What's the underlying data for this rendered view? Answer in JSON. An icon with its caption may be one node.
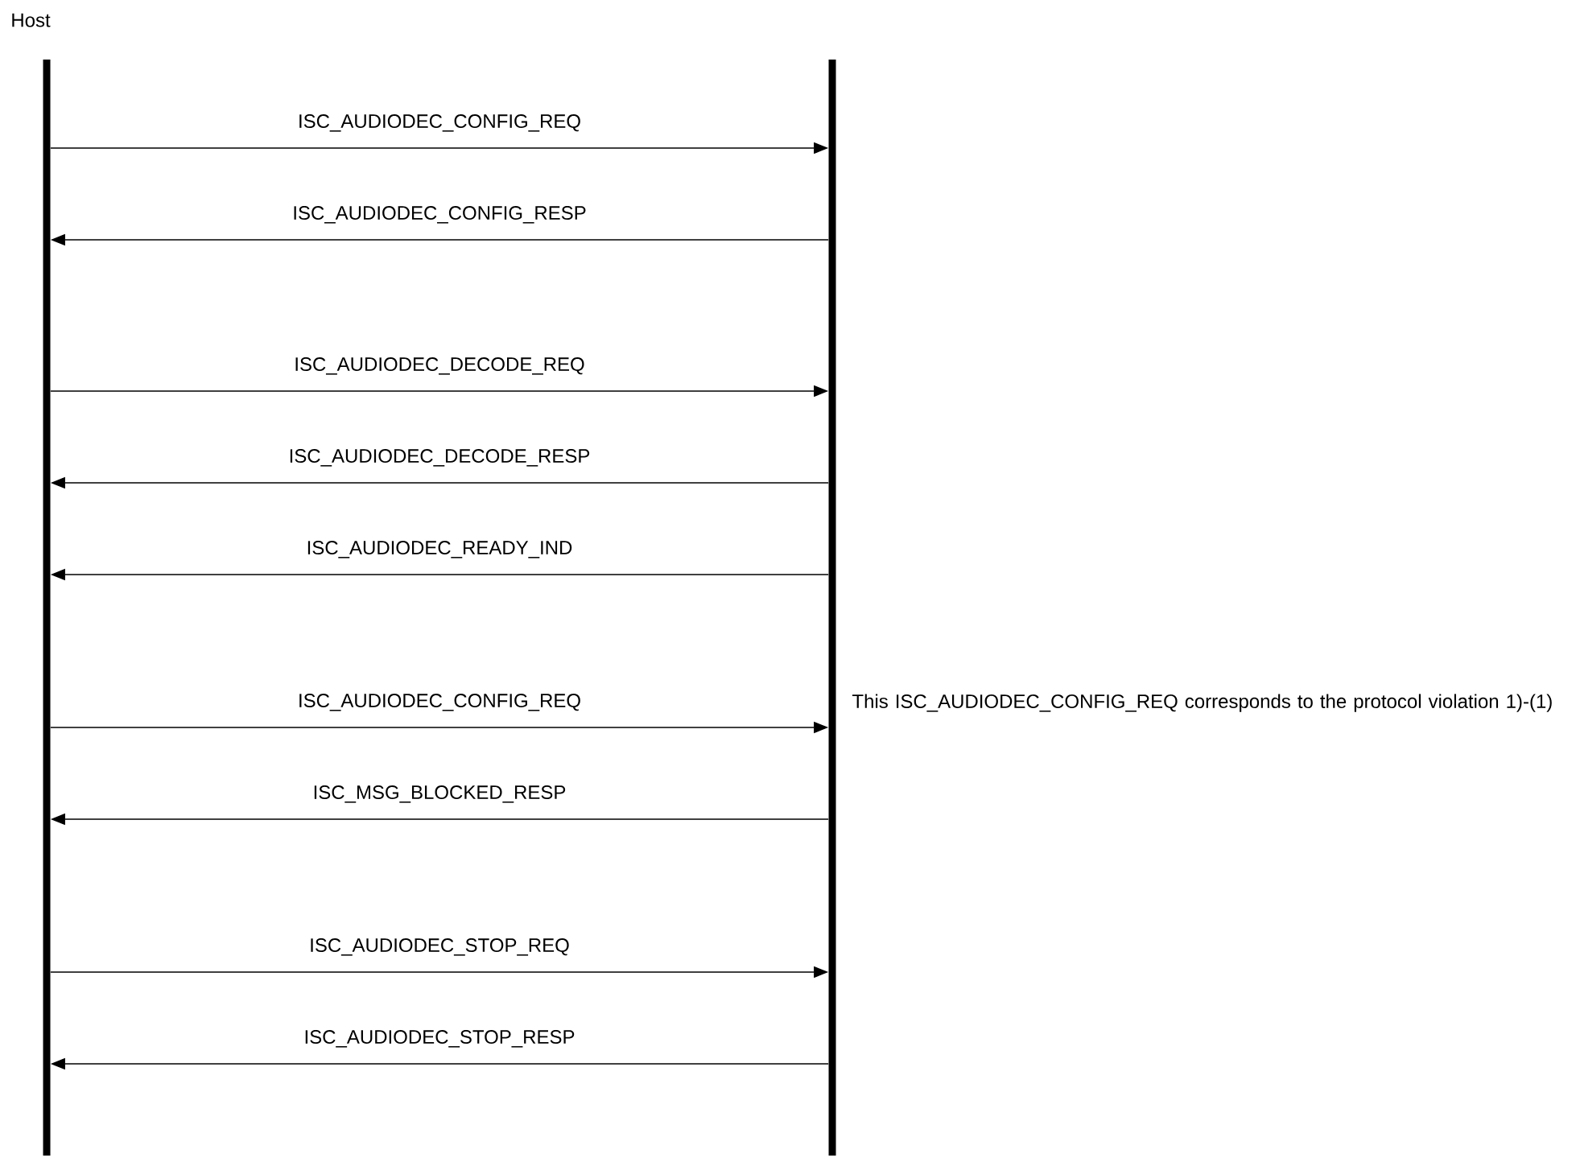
{
  "diagram": {
    "nodes": [
      {
        "text": [
          "Host"
        ]
      },
      {
        "text": [],
        "shape": "bar"
      }
    ],
    "edges": [
      {
        "from": 0,
        "to": 1,
        "arrow": "to",
        "label": "ISC_AUDIODEC_CONFIG_REQ"
      },
      {
        "from": 1,
        "to": 0,
        "arrow": "to",
        "label": "ISC_AUDIODEC_CONFIG_RESP"
      },
      {
        "from": 0,
        "to": 1,
        "arrow": "to",
        "label": "ISC_AUDIODEC_DECODE_REQ"
      },
      {
        "from": 1,
        "to": 0,
        "arrow": "to",
        "label": "ISC_AUDIODEC_DECODE_RESP"
      },
      {
        "from": 1,
        "to": 0,
        "arrow": "to",
        "label": "ISC_AUDIODEC_READY_IND"
      },
      {
        "from": 0,
        "to": 1,
        "arrow": "to",
        "label": "ISC_AUDIODEC_CONFIG_REQ"
      },
      {
        "from": 1,
        "to": 0,
        "arrow": "to",
        "label": "ISC_MSG_BLOCKED_RESP"
      },
      {
        "from": 0,
        "to": 1,
        "arrow": "to",
        "label": "ISC_AUDIODEC_STOP_REQ"
      },
      {
        "from": 1,
        "to": 0,
        "arrow": "to",
        "label": "ISC_AUDIODEC_STOP_RESP"
      }
    ],
    "labels": [
      "This ISC_AUDIODEC_CONFIG_REQ corresponds to the protocol violation 1)-(1)"
    ]
  }
}
